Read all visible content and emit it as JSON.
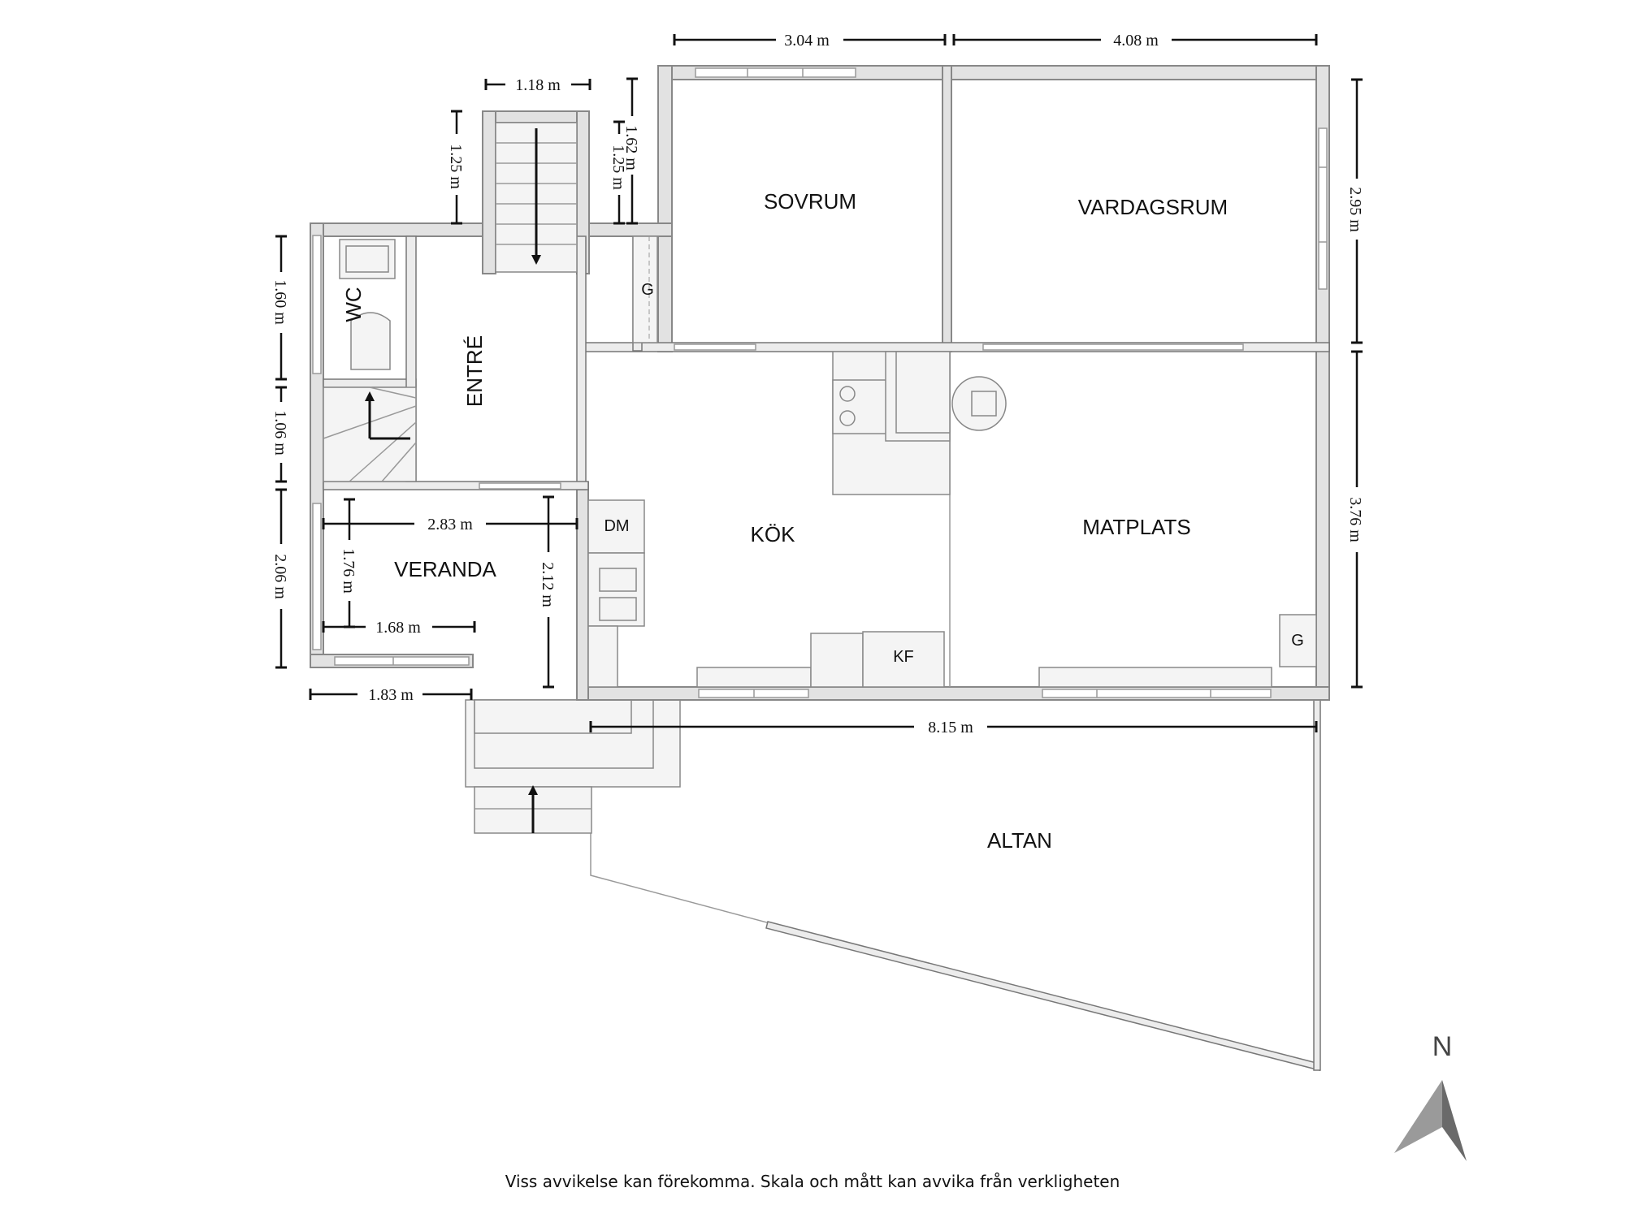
{
  "rooms": {
    "sovrum": "SOVRUM",
    "vardagsrum": "VARDAGSRUM",
    "wc": "WC",
    "entre": "ENTRÉ",
    "kok": "KÖK",
    "matplats": "MATPLATS",
    "veranda": "VERANDA",
    "altan": "ALTAN"
  },
  "fixtures": {
    "g_entre": "G",
    "g_matplats": "G",
    "dm": "DM",
    "kf": "KF"
  },
  "dimensions": {
    "sovrum_width": "3.04 m",
    "vardagsrum_width": "4.08 m",
    "stair_width": "1.18 m",
    "stair_height": "1.25 m",
    "closet_a": "1.62 m",
    "closet_b": "1.25 m",
    "vardagsrum_height": "2.95 m",
    "matplats_height": "3.76 m",
    "wc_height": "1.60 m",
    "stairwell_height": "1.06 m",
    "veranda_height_outer": "2.06 m",
    "veranda_width": "2.83 m",
    "veranda_depth": "1.76 m",
    "veranda_door_height": "2.12 m",
    "veranda_inner_width": "1.68 m",
    "entry_width": "1.83 m",
    "altan_width": "8.15 m"
  },
  "compass": {
    "label": "N"
  },
  "disclaimer": "Viss avvikelse kan förekomma. Skala och mått kan avvika från verkligheten"
}
